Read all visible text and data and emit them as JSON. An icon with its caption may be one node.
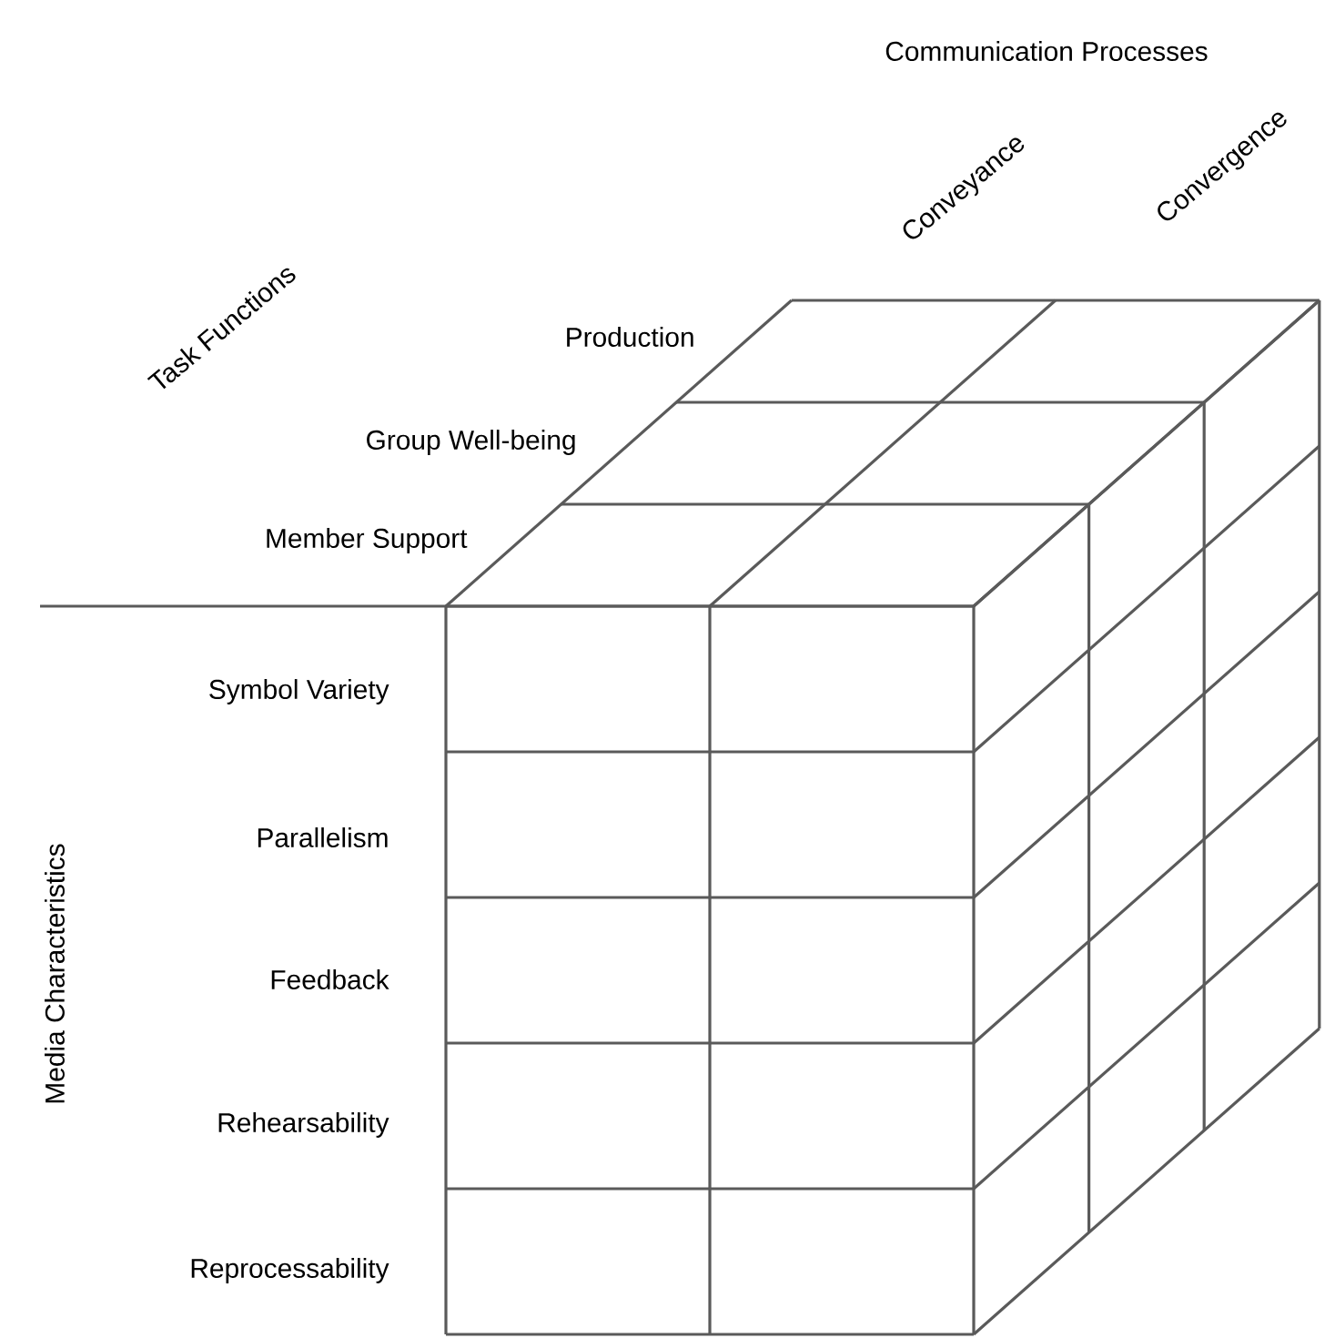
{
  "diagram": {
    "labels": [
      "Communication Processes",
      "Conveyance",
      "Convergence",
      "Task Functions",
      "Production",
      "Group Well-being",
      "Member Support",
      "Media Characteristics",
      "Symbol Variety",
      "Parallelism",
      "Feedback",
      "Rehearsability",
      "Reprocessability"
    ]
  }
}
